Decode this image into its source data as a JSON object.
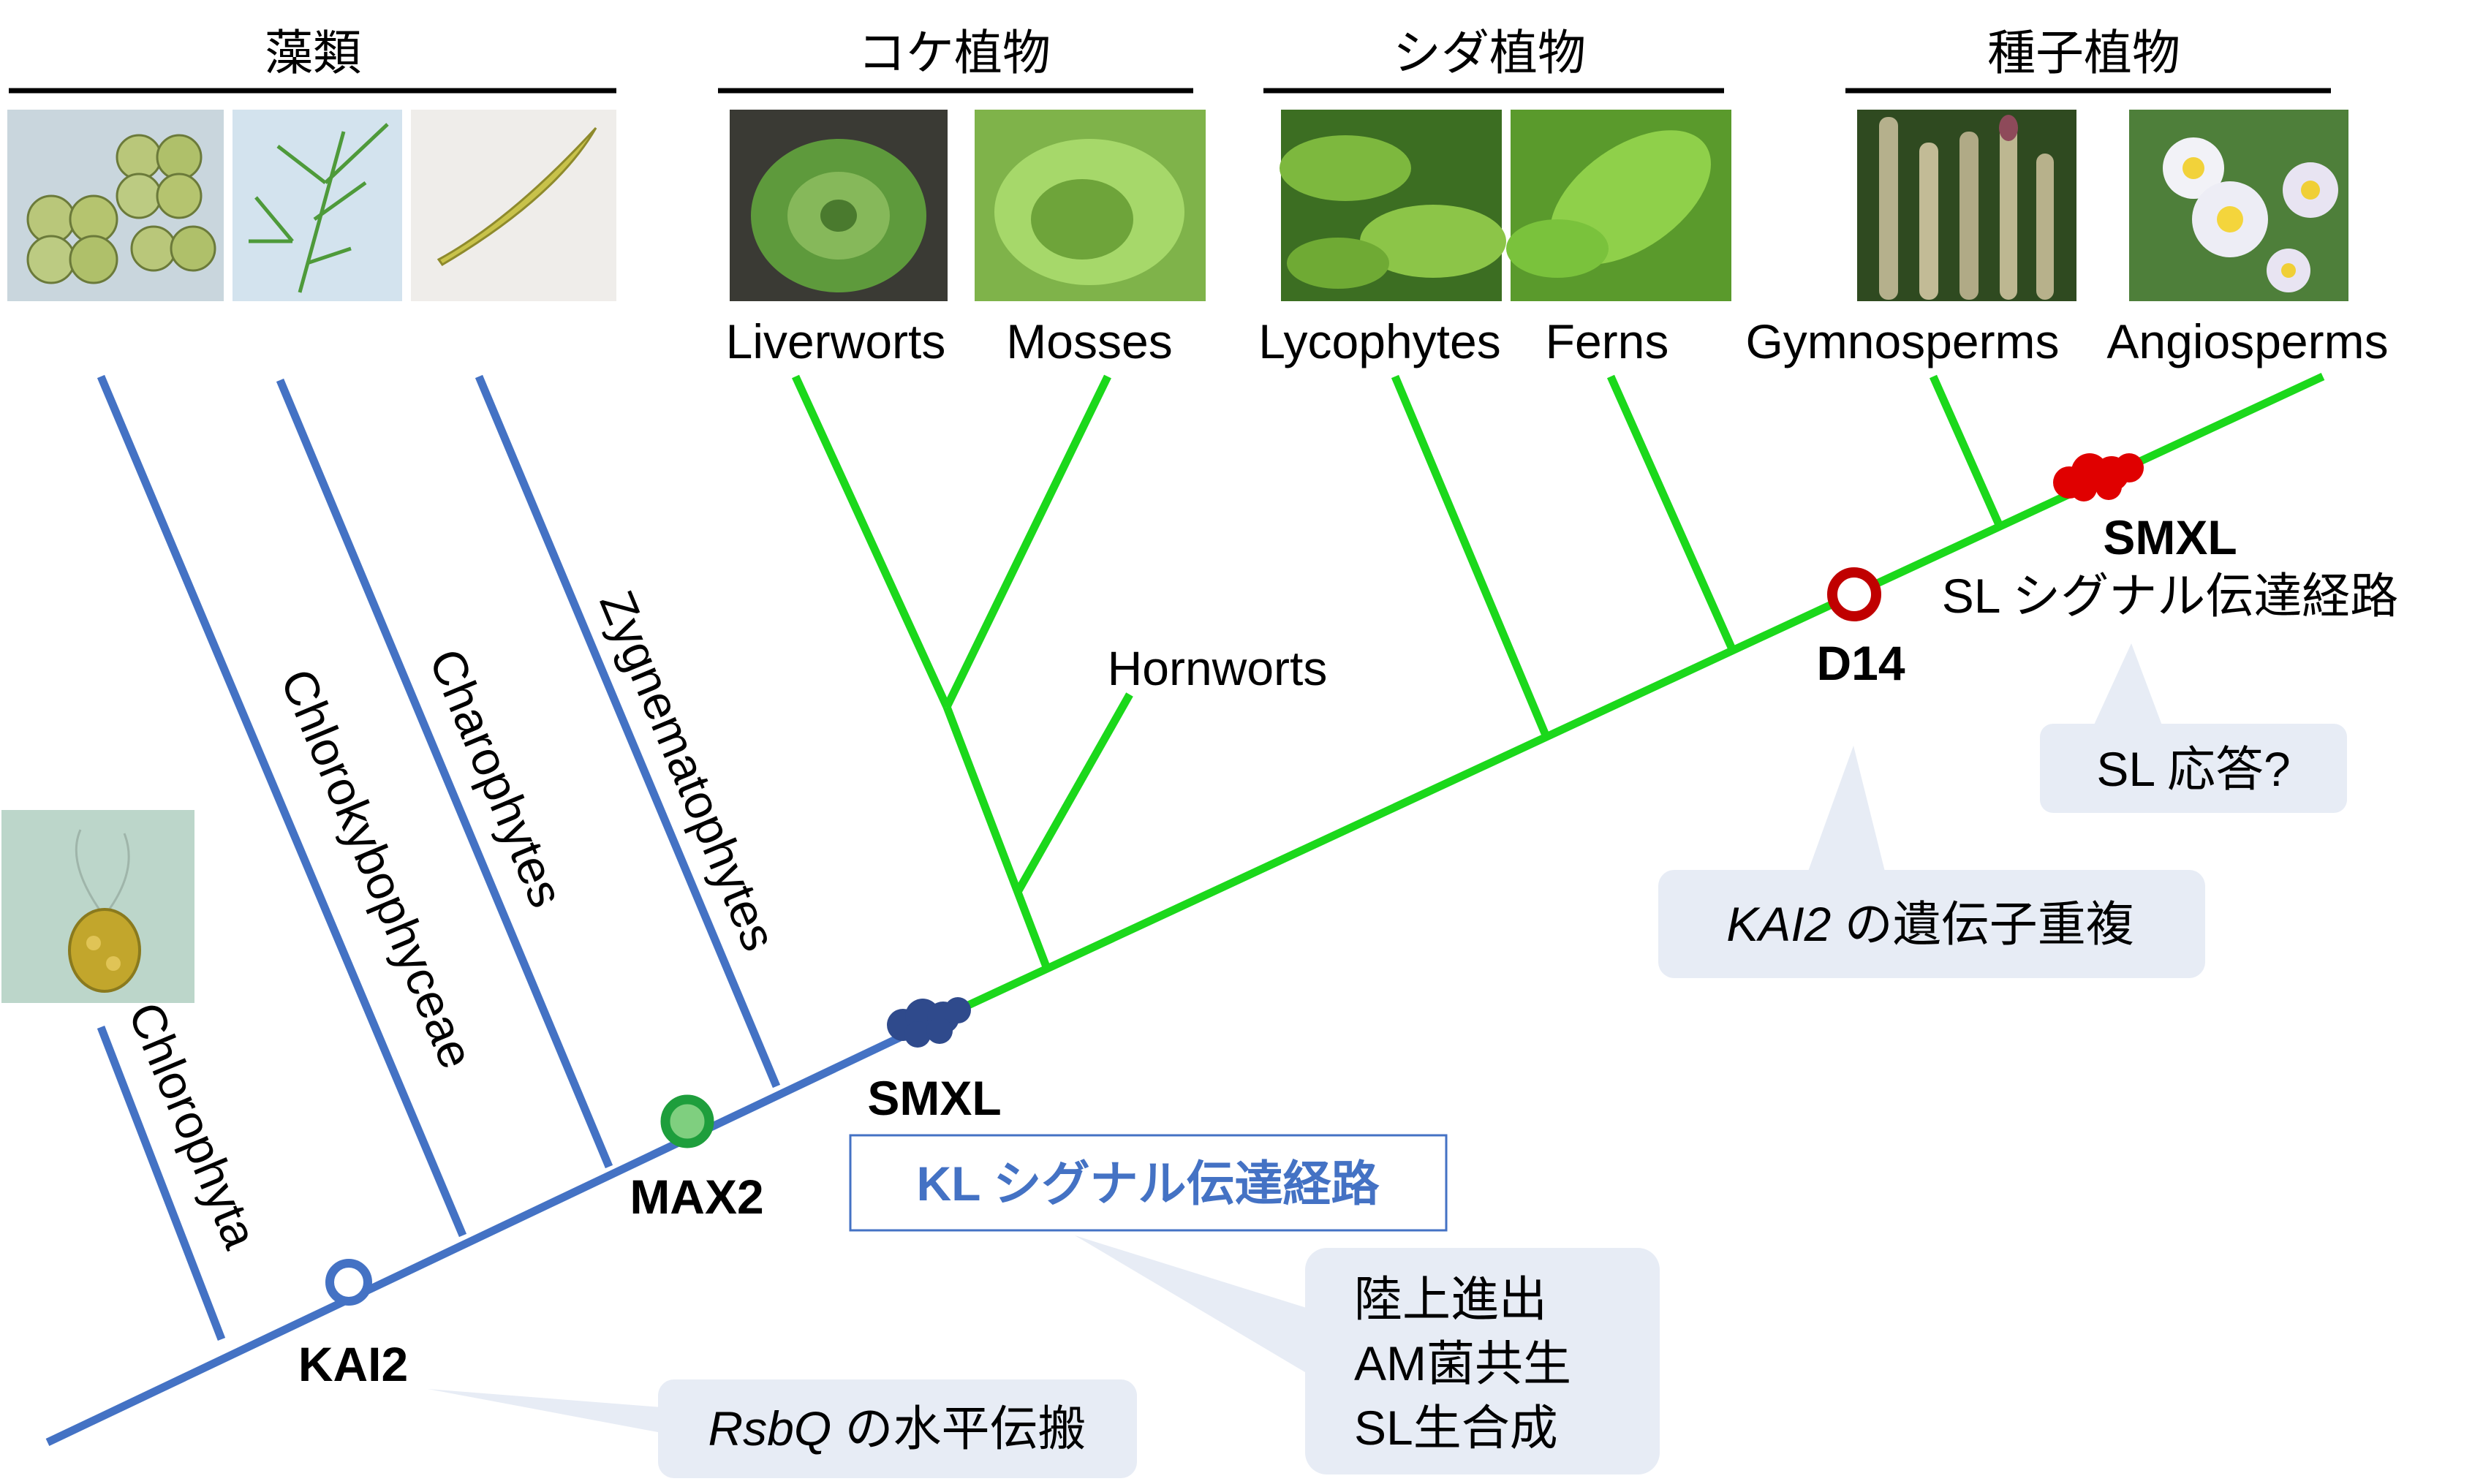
{
  "groups": {
    "algae": "藻類",
    "bryophytes": "コケ植物",
    "pteridophytes": "シダ植物",
    "seed_plants": "種子植物"
  },
  "taxa": {
    "liverworts": "Liverworts",
    "mosses": "Mosses",
    "lycophytes": "Lycophytes",
    "ferns": "Ferns",
    "gymnosperms": "Gymnosperms",
    "angiosperms": "Angiosperms",
    "hornworts": "Hornworts",
    "chlorophyta": "Chlorophyta",
    "chlorokybophyceae": "Chlorokybophyceae",
    "charophytes": "Charophytes",
    "zygnematophytes": "Zygnematophytes"
  },
  "genes": {
    "kai2": "KAI2",
    "max2": "MAX2",
    "smxl_kl": "SMXL",
    "d14": "D14",
    "smxl_sl": "SMXL"
  },
  "pathways": {
    "kl": "KL シグナル伝達経路",
    "sl": "SL シグナル伝達経路"
  },
  "callouts": {
    "rsbq_italic": "RsbQ",
    "rsbq_rest": " の水平伝搬",
    "kai2dup_italic": "KAI2",
    "kai2dup_rest": " の遺伝子重複",
    "sl_response": "SL 応答?",
    "land_lines": [
      "陸上進出",
      "AM菌共生",
      "SL生合成"
    ]
  },
  "colors": {
    "algae_lineage": "#4472C4",
    "land_lineage": "#1BD81B",
    "kai2_marker": "#4472C4",
    "max2_marker": "#1E9E3C",
    "smxl_kl_marker": "#2F4A8C",
    "d14_marker": "#C00000",
    "smxl_sl_marker": "#E00000",
    "callout_bg": "#E7ECF5",
    "kl_text": "#4472C4"
  }
}
